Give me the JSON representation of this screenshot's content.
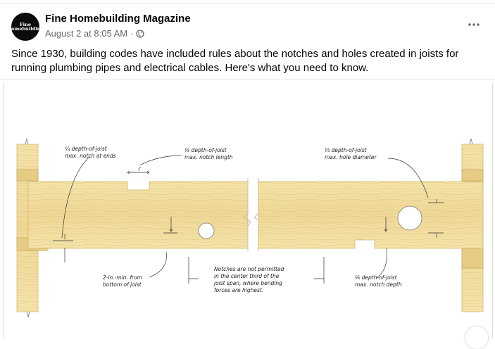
{
  "post": {
    "author": "Fine Homebuilding Magazine",
    "avatar_text": "Fine Homebuilding",
    "timestamp": "August 2 at 8:05 AM",
    "separator": "·",
    "privacy_icon": "globe-icon",
    "more_icon": "more-options-icon",
    "text": "Since 1930, building codes have included rules about the notches and holes created in joists for running plumbing pipes and electrical cables. Here's what you need to know."
  },
  "diagram": {
    "label_1": [
      "¼ depth-of-joist",
      "max. notch at ends"
    ],
    "label_2": [
      "⅙ depth-of-joist",
      "max. notch length"
    ],
    "label_3": [
      "⅓ depth-of-joist",
      "max. hole diameter"
    ],
    "label_4": [
      "2-in.-min. from",
      "bottom of joist"
    ],
    "label_5": [
      "Notches are not permitted",
      "in the center third of the",
      "joist span, where bending",
      "forces are highest."
    ],
    "label_6": [
      "⅙ depth-of-joist",
      "max. notch depth"
    ]
  },
  "colors": {
    "wood": "#f2dfa2",
    "wood_dark": "#e3c882",
    "muted": "#65676b"
  }
}
